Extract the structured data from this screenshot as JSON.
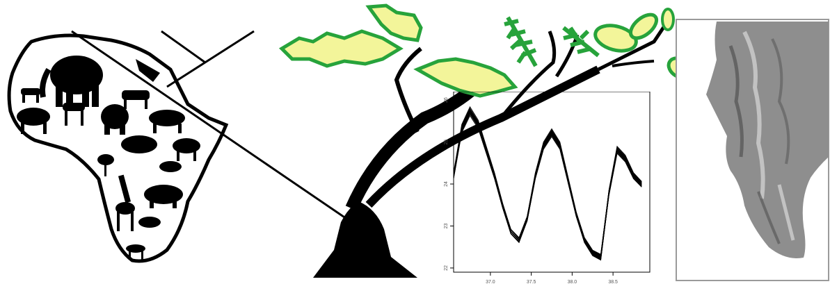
{
  "colors": {
    "ink": "#000000",
    "leaf_fill": "#f3f59a",
    "leaf_edge": "#27a33b",
    "frame": "#9a9a9a",
    "terrain_dark": "#5a5a5a",
    "terrain_light": "#d8d8d8"
  },
  "africa_map": {
    "animal_icons": [
      "elephant-icon",
      "bird-icon",
      "wild-dog-icon",
      "antelope-icon",
      "hyena-icon",
      "buffalo-icon",
      "gorilla-icon",
      "lion-icon",
      "hippo-icon",
      "zebra-icon",
      "ostrich-icon",
      "warthog-icon",
      "giraffe-icon",
      "rhino-icon",
      "leopard-icon",
      "gazelle-icon"
    ]
  },
  "phylo_tree": {
    "leaf_icons": [
      "serrated-leaf-icon",
      "serrated-leaf-icon",
      "serrated-leaf-icon",
      "compound-leaf-icon",
      "compound-leaf-icon",
      "simple-leaf-icon",
      "simple-leaf-icon",
      "simple-leaf-icon",
      "simple-leaf-icon",
      "simple-leaf-icon"
    ]
  },
  "chart_data": {
    "type": "line",
    "title": "",
    "xlabel": "",
    "ylabel": "",
    "xlim": [
      36.55,
      38.95
    ],
    "ylim": [
      21.9,
      26.2
    ],
    "x_ticks": [
      "37.0",
      "37.5",
      "38.0",
      "38.5"
    ],
    "y_ticks": [
      "22",
      "23",
      "24",
      "25",
      "26"
    ],
    "grid": false,
    "series_count": 12,
    "base_curve": {
      "x": [
        36.55,
        36.65,
        36.75,
        36.85,
        36.95,
        37.05,
        37.15,
        37.25,
        37.35,
        37.45,
        37.55,
        37.65,
        37.75,
        37.85,
        37.95,
        38.05,
        38.15,
        38.25,
        38.35,
        38.45,
        38.55,
        38.65,
        38.75,
        38.85
      ],
      "y": [
        24.2,
        25.3,
        25.7,
        25.4,
        24.8,
        24.2,
        23.5,
        22.9,
        22.7,
        23.2,
        24.2,
        24.9,
        25.2,
        24.9,
        24.1,
        23.3,
        22.7,
        22.4,
        22.3,
        23.8,
        24.8,
        24.6,
        24.2,
        24.0
      ]
    }
  },
  "terrain_image": {
    "kind": "shaded-relief"
  }
}
